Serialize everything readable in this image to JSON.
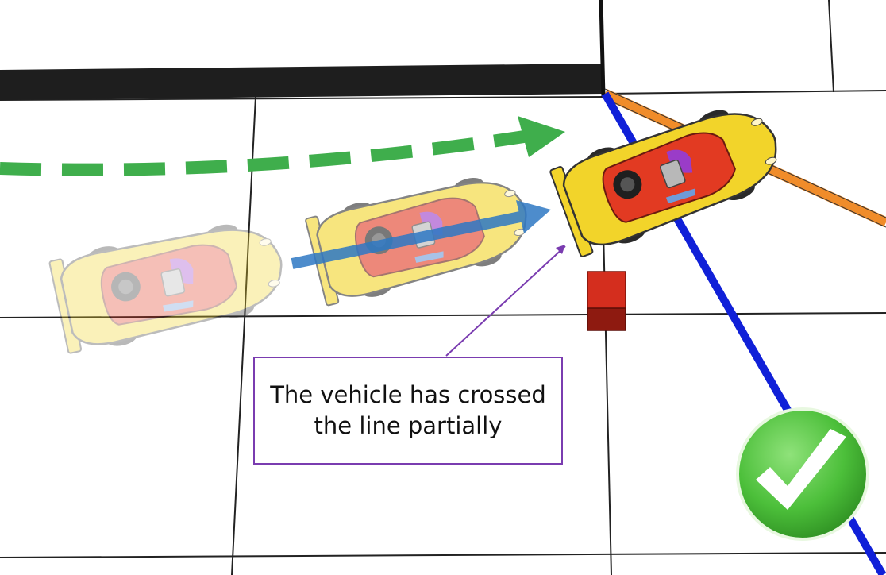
{
  "callout": {
    "line1": "The vehicle has crossed",
    "line2": "the line partially"
  },
  "colors": {
    "trajectory_green": "#3fae4c",
    "motion_blue": "#2e78c4",
    "finish_line_blue": "#1020d8",
    "orange_line": "#f08c2a",
    "wall": "#1e1e1e",
    "callout_border": "#7a3cb0",
    "marker_red": "#d42e1e",
    "car_body": "#f2d42a",
    "car_cockpit": "#e23a22",
    "check_green": "#4cbf3a"
  },
  "icons": [
    "checkmark-icon"
  ],
  "car_states": [
    "ghost-far",
    "ghost-mid",
    "current"
  ]
}
